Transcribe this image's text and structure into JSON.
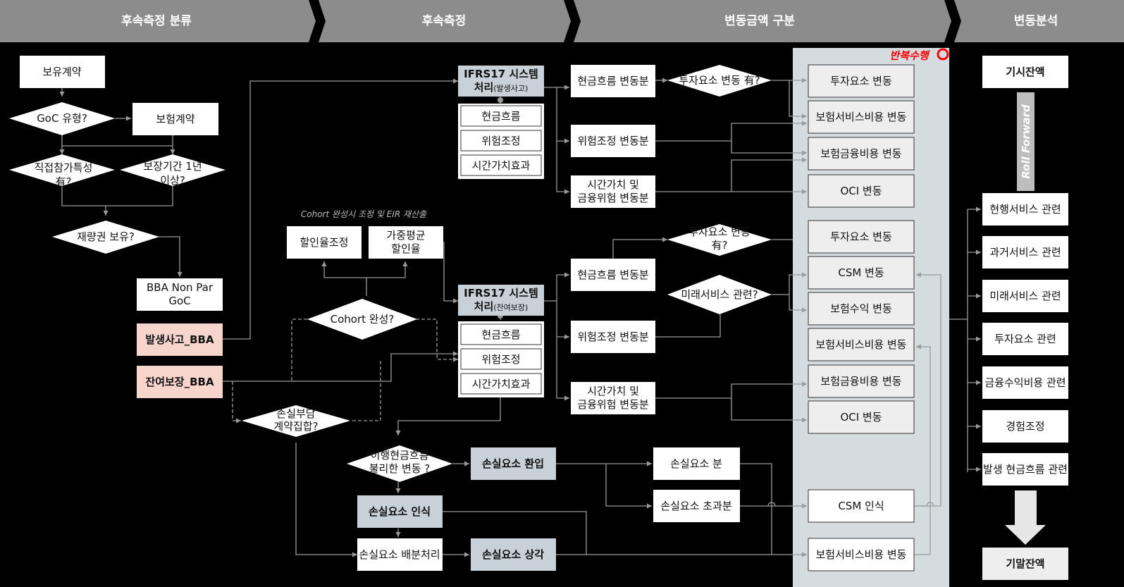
{
  "headers": [
    "후속측정 분류",
    "후속측정",
    "변동금액 구분",
    "변동분석"
  ],
  "col1": {
    "insurance_contract_holding": "보유계약",
    "goc_type_q": "GoC 유형?",
    "insurance_contract": "보험계약",
    "direct_participation_q": [
      "직접참가특성",
      "有?"
    ],
    "coverage_period_q": [
      "보장기간 1년",
      "이상?"
    ],
    "discretion_q": "재량권 보유?",
    "bba_non_par": [
      "BBA Non Par",
      "GoC"
    ],
    "incurred_bba": "발생사고_BBA",
    "remaining_bba": "잔여보장_BBA"
  },
  "col2": {
    "cohort_note": "Cohort 완성시 조정 및 EIR 재산출",
    "system1_title": "IFRS17 시스템",
    "system1_sub_main": "처리",
    "system1_sub_small": "(발생사고)",
    "system2_title": "IFRS17 시스템",
    "system2_sub_main": "처리",
    "system2_sub_small": "(잔여보장)",
    "components": [
      "현금흐름",
      "위험조정",
      "시간가치효과"
    ],
    "discount_rate_adj": "할인율조정",
    "weighted_avg_rate": [
      "가중평균",
      "할인율"
    ],
    "cohort_complete_q": "Cohort 완성?",
    "onerous_group_q": [
      "손실부담",
      "계약집합?"
    ],
    "fulfilment_cf_q": [
      "이행현금흐름",
      "불리한 변동 ?"
    ],
    "loss_reversal": "손실요소 환입",
    "loss_recognition": "손실요소 인식",
    "loss_allocation": "손실요소 배분처리",
    "loss_amortization": "손실요소 상각"
  },
  "col3": {
    "cf_change": "현금흐름 변동분",
    "ra_change": "위험조정 변동분",
    "tv_change": [
      "시간가치 및",
      "금융위험 변동분"
    ],
    "invest_change_q_top": "투자요소 변동 有?",
    "invest_change_q_mid": [
      "투자요소 변동",
      "有?"
    ],
    "future_service_q": "미래서비스 관련?",
    "loss_component_part": "손실요소 분",
    "loss_component_excess": "손실요소 초과분",
    "repeat_label": "반복수행",
    "results": [
      "투자요소 변동",
      "보험서비스비용 변동",
      "보험금융비용 변동",
      "OCI 변동",
      "투자요소 변동",
      "CSM 변동",
      "보험수익 변동",
      "보험서비스비용 변동",
      "보험금융비용 변동",
      "OCI 변동",
      "CSM 인식",
      "보험서비스비용 변동"
    ]
  },
  "col4": {
    "opening_balance": "기시잔액",
    "roll_forward": "Roll Forward",
    "items": [
      "현행서비스 관련",
      "과거서비스 관련",
      "미래서비스 관련",
      "투자요소 관련",
      "금융수익비용 관련",
      "경험조정",
      "발생 현금흐름 관련"
    ],
    "closing_balance": "기말잔액"
  },
  "colors": {
    "header_bg": "#8c8c8c",
    "highlight_pink": "#f8d5cc",
    "highlight_gray": "#c7d1d7",
    "panel_bg": "#d5dce0",
    "result_bg": "#eeeeee",
    "line": "#9a9a9a",
    "red": "#ff0000"
  }
}
